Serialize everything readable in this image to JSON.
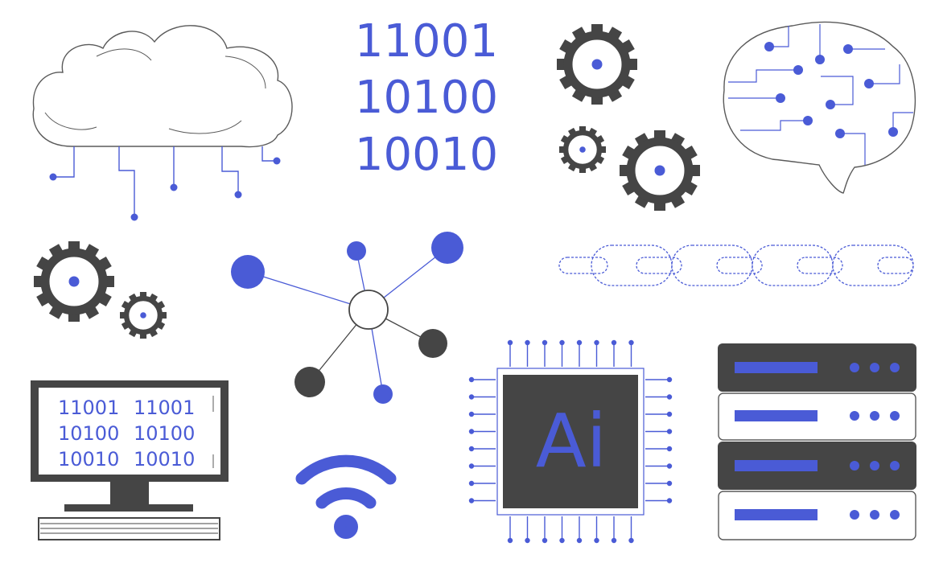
{
  "binary_block": {
    "lines": [
      "11001",
      "10100",
      "10010"
    ]
  },
  "monitor": {
    "rows": [
      [
        "11001",
        "11001"
      ],
      [
        "10100",
        "10100"
      ],
      [
        "10010",
        "10010"
      ]
    ]
  },
  "chip": {
    "label": "Ai"
  },
  "colors": {
    "accent": "#4a5bd6",
    "dark": "#454545",
    "outline": "#5a5a5a",
    "background": "#ffffff"
  },
  "icons": [
    "cloud-network-icon",
    "binary-code-icon",
    "gears-icon",
    "ai-brain-icon",
    "network-graph-icon",
    "chain-link-icon",
    "computer-monitor-icon",
    "wifi-icon",
    "ai-chip-icon",
    "server-rack-icon"
  ]
}
